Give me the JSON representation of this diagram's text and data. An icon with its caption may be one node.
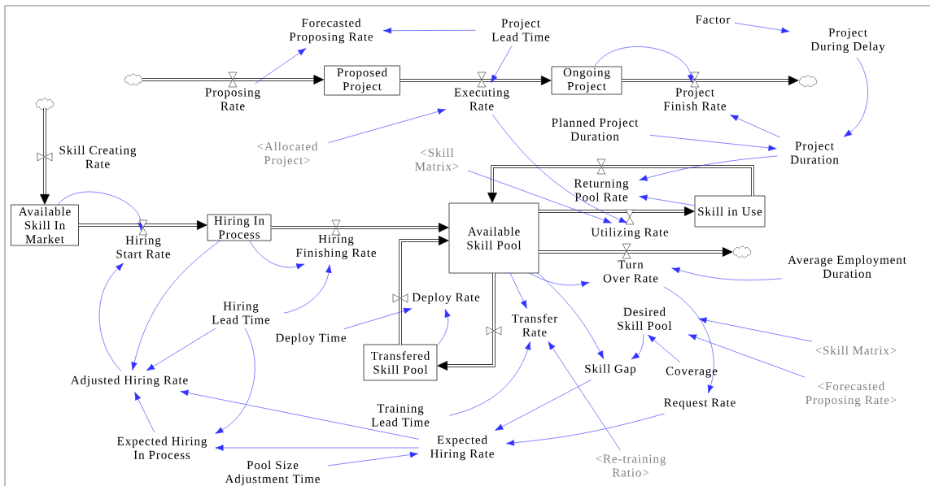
{
  "diagram": {
    "nodes": [
      {
        "text": [
          "Forecasted Proposing Rate"
        ]
      },
      {
        "text": [
          "Project Lead Time"
        ]
      },
      {
        "text": [
          "Factor"
        ]
      },
      {
        "text": [
          "Project During Delay"
        ]
      },
      {
        "text": [],
        "shape": "cloud"
      },
      {
        "text": [
          "Proposing Rate"
        ]
      },
      {
        "text": [
          "Proposed Project"
        ]
      },
      {
        "text": [
          "Executing Rate"
        ]
      },
      {
        "text": [
          "Ongoing Project"
        ]
      },
      {
        "text": [
          "Project Finish Rate"
        ]
      },
      {
        "text": [],
        "shape": "cloud"
      },
      {
        "text": [],
        "shape": "cloud"
      },
      {
        "text": [
          "Skill Creating Rate"
        ]
      },
      {
        "text": [
          "<Allocated Project>"
        ]
      },
      {
        "text": [
          "Planned Project Duration"
        ]
      },
      {
        "text": [
          "Project Duration"
        ]
      },
      {
        "text": [
          "<Skill Matrix>"
        ]
      },
      {
        "text": [
          "Returning Pool Rate"
        ]
      },
      {
        "text": [
          "Skill in Use"
        ]
      },
      {
        "text": [
          "Available Skill In Market"
        ]
      },
      {
        "text": [
          "Hiring Start Rate"
        ]
      },
      {
        "text": [
          "Hiring In Process"
        ]
      },
      {
        "text": [
          "Hiring Finishing Rate"
        ]
      },
      {
        "text": [
          "Available Skill Pool"
        ]
      },
      {
        "text": [
          "Utilizing Rate"
        ]
      },
      {
        "text": [
          "Turn Over Rate"
        ]
      },
      {
        "text": [],
        "shape": "cloud"
      },
      {
        "text": [
          "Average Employment Duration"
        ]
      },
      {
        "text": [
          "Hiring Lead Time"
        ]
      },
      {
        "text": [
          "Deploy Rate"
        ]
      },
      {
        "text": [
          "Deploy Time"
        ]
      },
      {
        "text": [
          "Desired Skill Pool"
        ]
      },
      {
        "text": [
          "Transfer Rate"
        ]
      },
      {
        "text": [
          "Transfered Skill Pool"
        ]
      },
      {
        "text": [
          "Adjusted Hiring Rate"
        ]
      },
      {
        "text": [
          "Skill Gap"
        ]
      },
      {
        "text": [
          "Coverage"
        ]
      },
      {
        "text": [
          "<Skill Matrix>"
        ]
      },
      {
        "text": [
          "<Forecasted Proposing Rate>"
        ]
      },
      {
        "text": [
          "Request Rate"
        ]
      },
      {
        "text": [
          "Training Lead Time"
        ]
      },
      {
        "text": [
          "Expected Hiring In Process"
        ]
      },
      {
        "text": [
          "Expected Hiring Rate"
        ]
      },
      {
        "text": [
          "Pool Size Adjustment Time"
        ]
      },
      {
        "text": [
          "<Re-training Ratio>"
        ]
      }
    ],
    "edges": [
      {
        "from": 4,
        "to": 6,
        "arrow": "to",
        "style": "thick",
        "color": "#000000"
      },
      {
        "from": 6,
        "to": 8,
        "arrow": "to",
        "style": "thick",
        "color": "#000000"
      },
      {
        "from": 8,
        "to": 10,
        "arrow": "to",
        "style": "thick",
        "color": "#000000"
      },
      {
        "from": 11,
        "to": 19,
        "arrow": "to",
        "style": "thick",
        "color": "#000000"
      },
      {
        "from": 19,
        "to": 21,
        "arrow": "to",
        "style": "thick",
        "color": "#000000"
      },
      {
        "from": 21,
        "to": 23,
        "arrow": "to",
        "style": "thick",
        "color": "#000000"
      },
      {
        "from": 23,
        "to": 18,
        "arrow": "to",
        "style": "thick",
        "color": "#000000"
      },
      {
        "from": 23,
        "to": 26,
        "arrow": "to",
        "style": "thick",
        "color": "#000000"
      },
      {
        "from": 18,
        "to": 23,
        "arrow": "to",
        "style": "thick",
        "color": "#000000"
      },
      {
        "from": 23,
        "to": 33,
        "arrow": "to",
        "style": "thick",
        "color": "#000000"
      },
      {
        "from": 33,
        "to": 23,
        "arrow": "to",
        "style": "thick",
        "color": "#000000"
      },
      {
        "from": 5,
        "to": 0,
        "arrow": "to"
      },
      {
        "from": 1,
        "to": 0,
        "arrow": "to"
      },
      {
        "from": 1,
        "to": 7,
        "arrow": "to"
      },
      {
        "from": 13,
        "to": 7,
        "arrow": "to"
      },
      {
        "from": 8,
        "to": 9,
        "arrow": "to"
      },
      {
        "from": 2,
        "to": 3,
        "arrow": "to"
      },
      {
        "from": 3,
        "to": 15,
        "arrow": "to"
      },
      {
        "from": 15,
        "to": 9,
        "arrow": "to"
      },
      {
        "from": 14,
        "to": 15,
        "arrow": "to"
      },
      {
        "from": 15,
        "to": 17,
        "arrow": "to"
      },
      {
        "from": 16,
        "to": 24,
        "arrow": "to"
      },
      {
        "from": 7,
        "to": 24,
        "arrow": "to"
      },
      {
        "from": 18,
        "to": 17,
        "arrow": "to"
      },
      {
        "from": 19,
        "to": 20,
        "arrow": "to"
      },
      {
        "from": 21,
        "to": 34,
        "arrow": "to"
      },
      {
        "from": 21,
        "to": 22,
        "arrow": "to"
      },
      {
        "from": 28,
        "to": 22,
        "arrow": "to"
      },
      {
        "from": 28,
        "to": 34,
        "arrow": "to"
      },
      {
        "from": 28,
        "to": 41,
        "arrow": "to"
      },
      {
        "from": 34,
        "to": 20,
        "arrow": "to"
      },
      {
        "from": 30,
        "to": 29,
        "arrow": "to"
      },
      {
        "from": 33,
        "to": 29,
        "arrow": "to"
      },
      {
        "from": 23,
        "to": 25,
        "arrow": "to"
      },
      {
        "from": 27,
        "to": 25,
        "arrow": "to"
      },
      {
        "from": 23,
        "to": 32,
        "arrow": "to"
      },
      {
        "from": 23,
        "to": 35,
        "arrow": "to"
      },
      {
        "from": 31,
        "to": 35,
        "arrow": "to"
      },
      {
        "from": 36,
        "to": 31,
        "arrow": "to"
      },
      {
        "from": 37,
        "to": 31,
        "arrow": "to"
      },
      {
        "from": 38,
        "to": 31,
        "arrow": "to"
      },
      {
        "from": 25,
        "to": 39,
        "arrow": "to"
      },
      {
        "from": 40,
        "to": 32,
        "arrow": "to"
      },
      {
        "from": 44,
        "to": 32,
        "arrow": "to"
      },
      {
        "from": 35,
        "to": 42,
        "arrow": "to"
      },
      {
        "from": 39,
        "to": 42,
        "arrow": "to"
      },
      {
        "from": 42,
        "to": 34,
        "arrow": "to"
      },
      {
        "from": 42,
        "to": 41,
        "arrow": "to"
      },
      {
        "from": 41,
        "to": 34,
        "arrow": "to"
      },
      {
        "from": 43,
        "to": 42,
        "arrow": "to"
      }
    ]
  }
}
